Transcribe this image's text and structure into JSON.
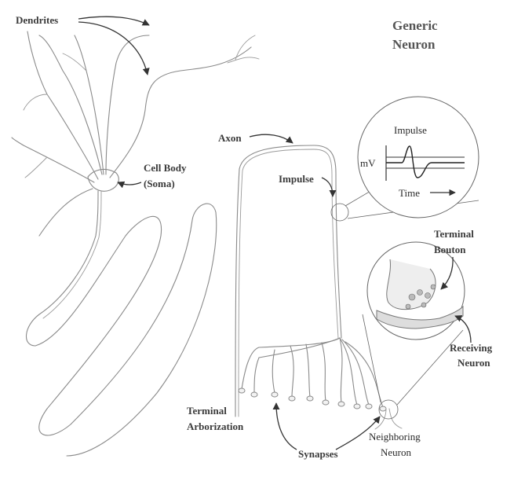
{
  "title": {
    "line1": "Generic",
    "line2": "Neuron"
  },
  "labels": {
    "dendrites": "Dendrites",
    "cell_body_1": "Cell Body",
    "cell_body_2": "(Soma)",
    "axon": "Axon",
    "impulse": "Impulse",
    "terminal_bouton_1": "Terminal",
    "terminal_bouton_2": "Bouton",
    "receiving_neuron_1": "Receiving",
    "receiving_neuron_2": "Neuron",
    "terminal_arborization_1": "Terminal",
    "terminal_arborization_2": "Arborization",
    "synapses": "Synapses",
    "neighboring_neuron_1": "Neighboring",
    "neighboring_neuron_2": "Neuron"
  },
  "inset_impulse": {
    "title": "Impulse",
    "y_label": "mV",
    "x_label": "Time"
  }
}
